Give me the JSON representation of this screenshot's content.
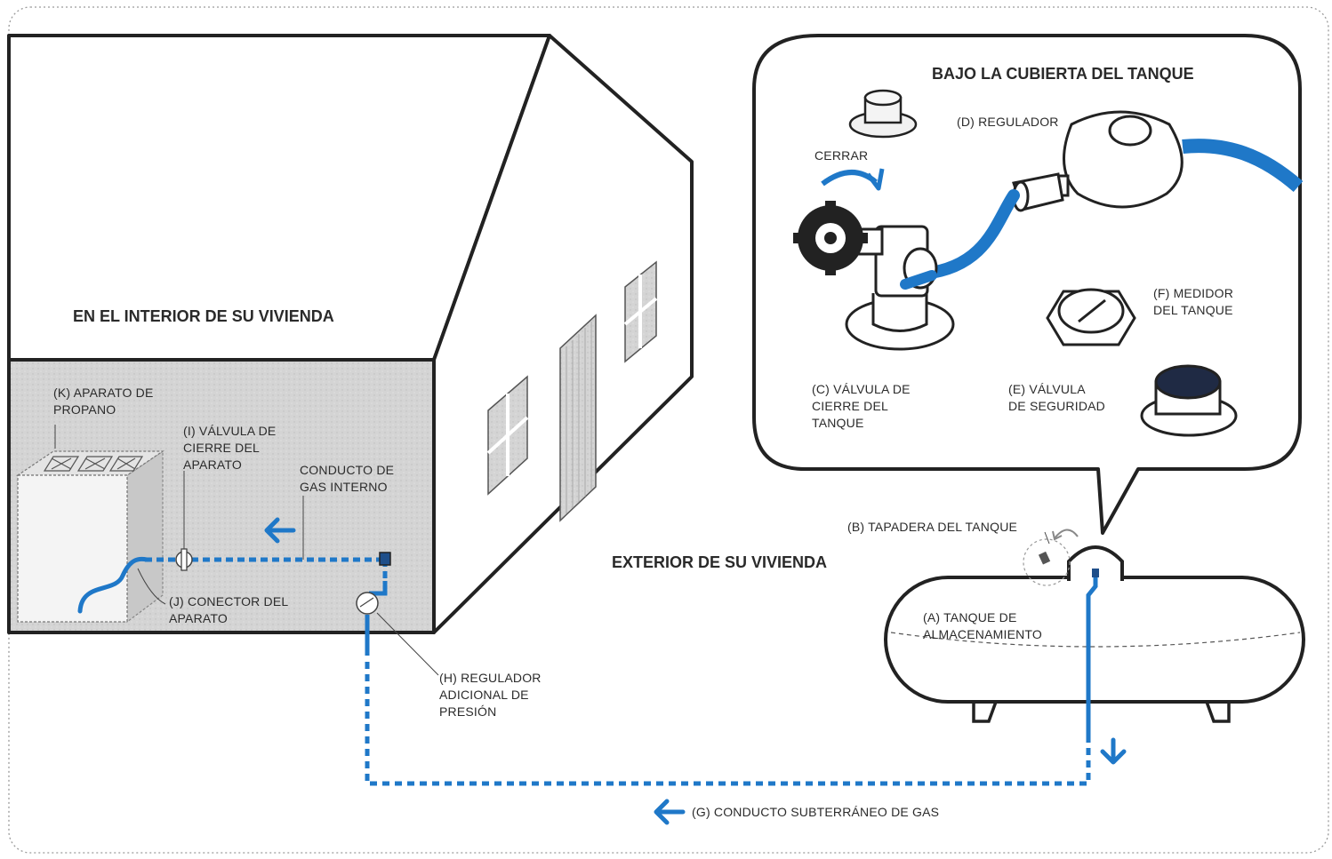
{
  "headings": {
    "inside": "EN EL INTERIOR DE SU VIVIENDA",
    "outside": "EXTERIOR DE SU VIVIENDA",
    "callout": "BAJO LA CUBIERTA DEL TANQUE"
  },
  "labels": {
    "k": "(K) APARATO DE\nPROPANO",
    "i": "(I) VÁLVULA DE\nCIERRE DEL\nAPARATO",
    "internal_pipe": "CONDUCTO DE\nGAS INTERNO",
    "j": "(J) CONECTOR DEL\nAPARATO",
    "h": "(H) REGULADOR\nADICIONAL DE\nPRESIÓN",
    "g": "(G) CONDUCTO SUBTERRÁNEO DE GAS",
    "a": "(A) TANQUE DE\nALMACENAMIENTO",
    "b": "(B) TAPADERA DEL TANQUE",
    "c": "(C) VÁLVULA DE\nCIERRE DEL\nTANQUE",
    "d": "(D) REGULADOR",
    "e": "(E) VÁLVULA\nDE SEGURIDAD",
    "f": "(F) MEDIDOR\nDEL TANQUE",
    "close": "CERRAR"
  },
  "colors": {
    "pipe_blue": "#1f78c8",
    "outline": "#222222",
    "wall_gray": "#d6d6d6"
  }
}
